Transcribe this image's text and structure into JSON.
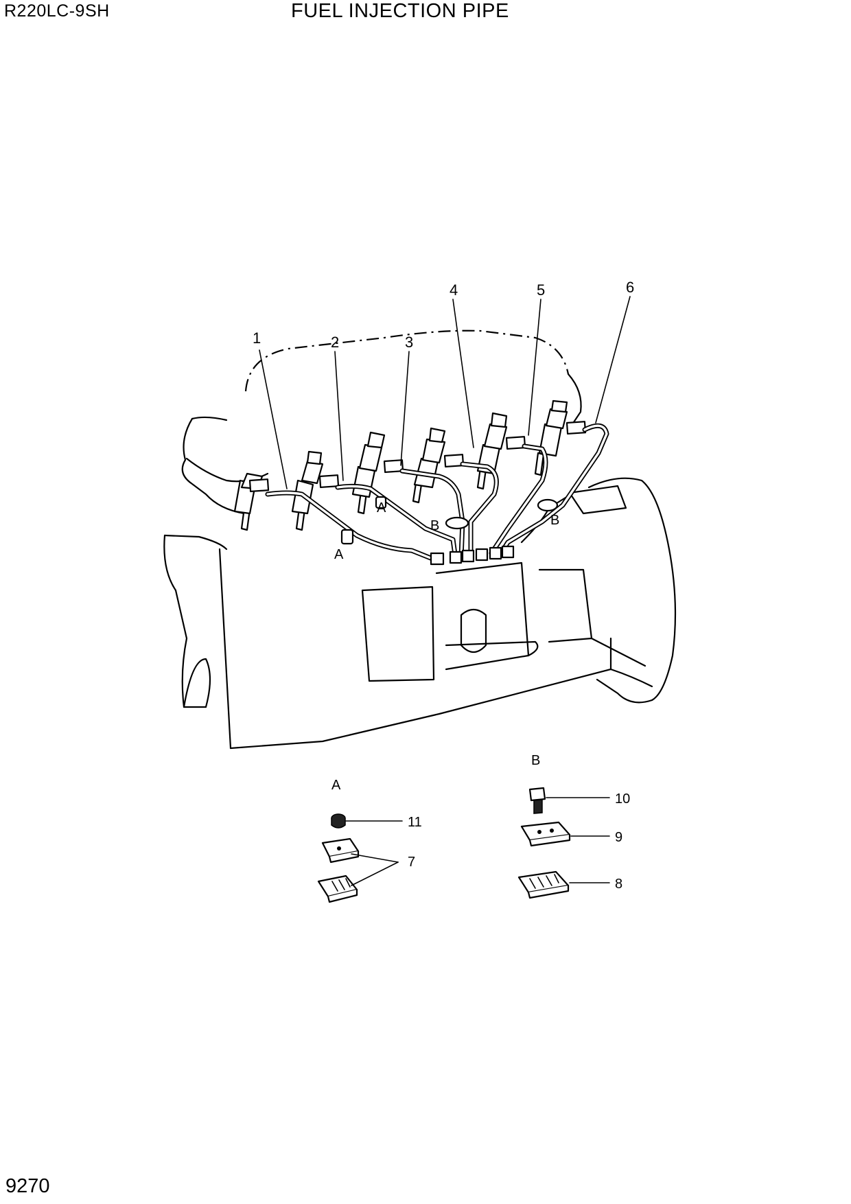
{
  "header": {
    "model": "R220LC-9SH",
    "title": "FUEL INJECTION PIPE"
  },
  "footer": {
    "page_number": "9270"
  },
  "callouts": {
    "c1": "1",
    "c2": "2",
    "c3": "3",
    "c4": "4",
    "c5": "5",
    "c6": "6",
    "c7": "7",
    "c8": "8",
    "c9": "9",
    "c10": "10",
    "c11": "11"
  },
  "clamp_labels": {
    "a1": "A",
    "a2": "A",
    "b1": "B",
    "b2": "B"
  },
  "detail_labels": {
    "detail_a": "A",
    "detail_b": "B"
  }
}
